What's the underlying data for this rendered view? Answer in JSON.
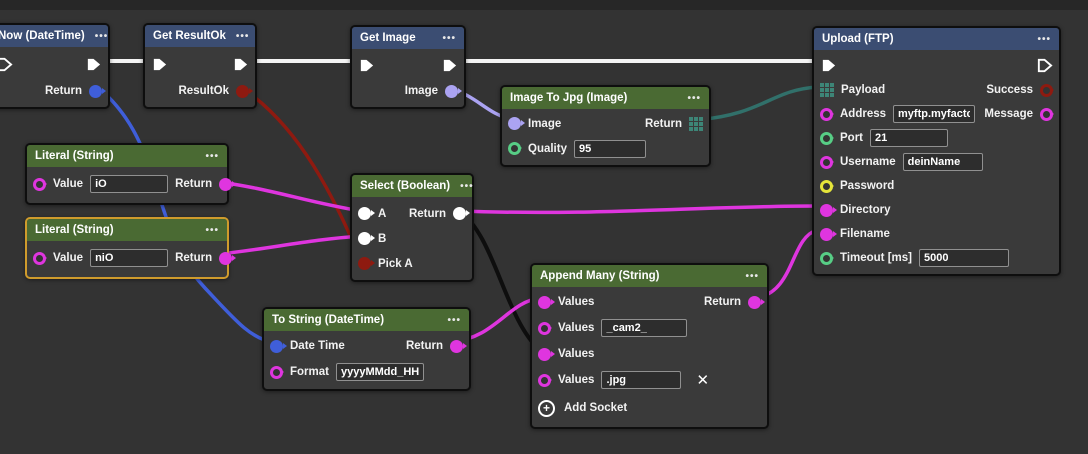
{
  "palette": {
    "background": "#333333",
    "node_body": "#3a3a3a",
    "header_blue": "#3b4d72",
    "header_green": "#4a6a33",
    "selection_border": "#cf9b2c",
    "exec_wire": "#f4f4f4",
    "string_magenta": "#df35df",
    "datetime_blue": "#3f5ed9",
    "boolean_dark_red": "#8e1a10",
    "image_lavender": "#aba3f2",
    "bytes_teal": "#3d8577",
    "number_green": "#57cd85",
    "password_yellow": "#e5e53a",
    "black_wire": "#0e0e0e"
  },
  "icons": {
    "menu": "•••",
    "plus": "+",
    "close": "✕"
  },
  "nodes": {
    "now": {
      "title": "Now (DateTime)",
      "outputs": {
        "return": "Return"
      }
    },
    "get_result_ok": {
      "title": "Get ResultOk",
      "outputs": {
        "result_ok": "ResultOk"
      }
    },
    "get_image": {
      "title": "Get Image",
      "outputs": {
        "image": "Image"
      }
    },
    "image_to_jpg": {
      "title": "Image To Jpg (Image)",
      "inputs": {
        "image": "Image",
        "quality": "Quality"
      },
      "outputs": {
        "return": "Return"
      },
      "values": {
        "quality": "95"
      }
    },
    "upload": {
      "title": "Upload (FTP)",
      "inputs": {
        "payload": "Payload",
        "address": "Address",
        "port": "Port",
        "username": "Username",
        "password": "Password",
        "directory": "Directory",
        "filename": "Filename",
        "timeout": "Timeout [ms]"
      },
      "outputs": {
        "success": "Success",
        "message": "Message"
      },
      "values": {
        "address": "myftp.myfactor",
        "port": "21",
        "username": "deinName",
        "timeout": "5000"
      }
    },
    "literal1": {
      "title": "Literal (String)",
      "inputs": {
        "value": "Value"
      },
      "outputs": {
        "return": "Return"
      },
      "values": {
        "value": "iO"
      }
    },
    "literal2": {
      "title": "Literal (String)",
      "inputs": {
        "value": "Value"
      },
      "outputs": {
        "return": "Return"
      },
      "values": {
        "value": "niO"
      }
    },
    "select": {
      "title": "Select (Boolean)",
      "inputs": {
        "a": "A",
        "b": "B",
        "pick_a": "Pick A"
      },
      "outputs": {
        "return": "Return"
      }
    },
    "to_string": {
      "title": "To String (DateTime)",
      "inputs": {
        "date_time": "Date Time",
        "format": "Format"
      },
      "outputs": {
        "return": "Return"
      },
      "values": {
        "format": "yyyyMMdd_HH"
      }
    },
    "append_many": {
      "title": "Append Many (String)",
      "inputs": {
        "values1": "Values",
        "values2": "Values",
        "values3": "Values",
        "values4": "Values"
      },
      "outputs": {
        "return": "Return"
      },
      "values": {
        "values2": "_cam2_",
        "values4": ".jpg"
      },
      "add_socket_label": "Add Socket"
    }
  }
}
